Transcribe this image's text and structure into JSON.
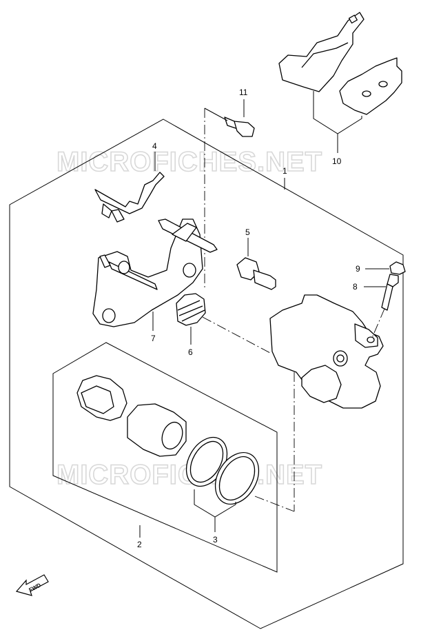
{
  "watermarks": [
    "MICROFICHES.NET",
    "MICROFICHES.NET"
  ],
  "callouts": {
    "c1": "1",
    "c2": "2",
    "c3": "3",
    "c4": "4",
    "c5": "5",
    "c6": "6",
    "c7": "7",
    "c8": "8",
    "c9": "9",
    "c10": "10",
    "c11": "11"
  },
  "fwd_label": "FWD"
}
